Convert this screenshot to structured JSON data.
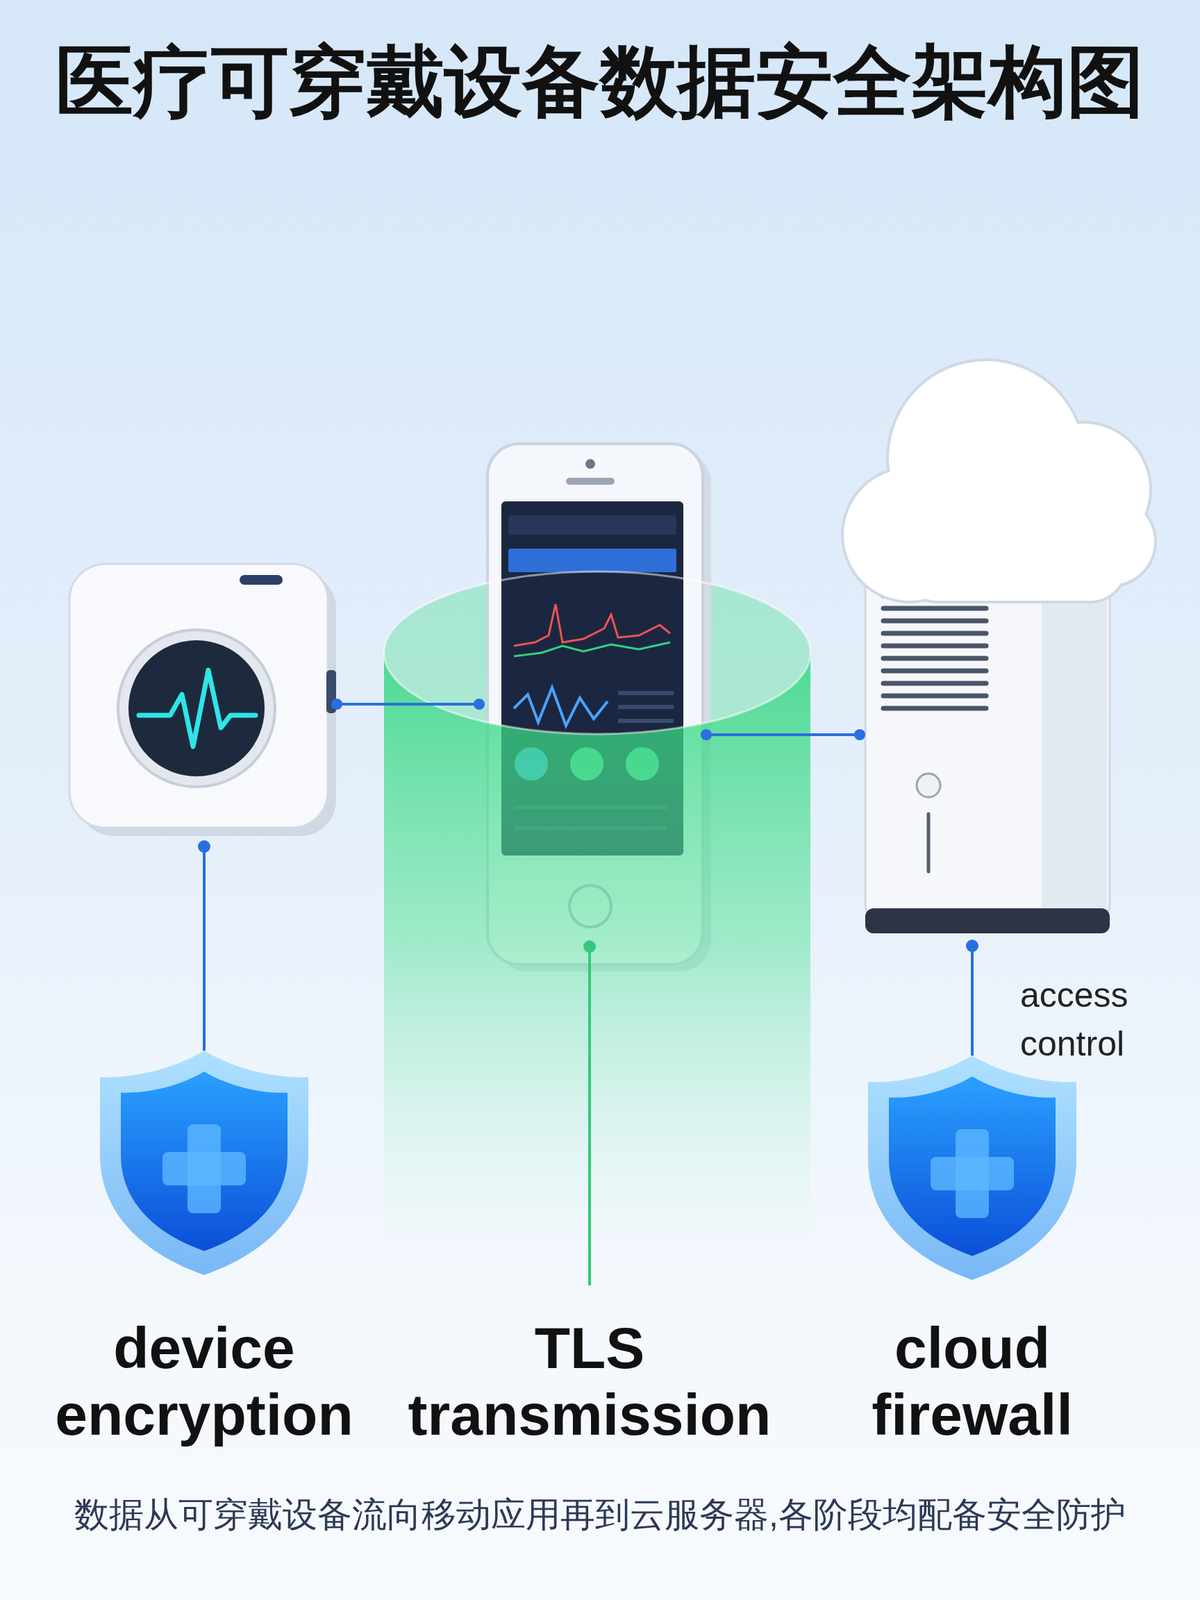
{
  "diagram": {
    "title": "医疗可穿戴设备数据安全架构图",
    "caption": "数据从可穿戴设备流向移动应用再到云服务器,各阶段均配备安全防护",
    "nodes": [
      {
        "text": [
          "device encryption"
        ]
      },
      {
        "text": [
          "TLS transmission"
        ]
      },
      {
        "text": [
          "cloud firewall"
        ]
      }
    ],
    "labels": [
      "access control"
    ]
  }
}
